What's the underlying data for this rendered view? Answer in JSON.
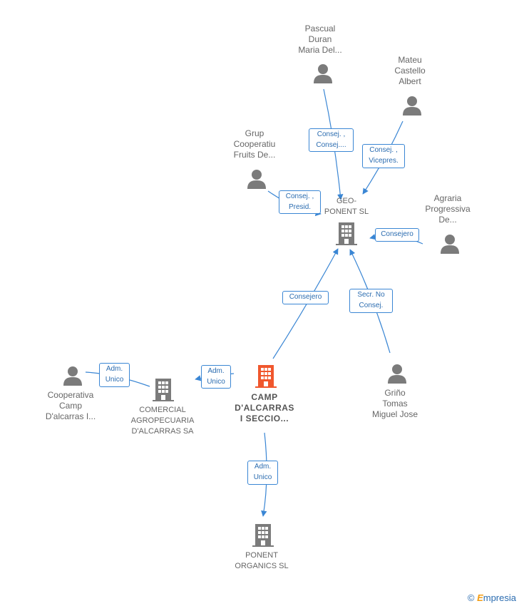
{
  "persons": [
    {
      "id": "pascual",
      "label": "Pascual\nDuran\nMaria Del..."
    },
    {
      "id": "mateu",
      "label": "Mateu\nCastello\nAlbert"
    },
    {
      "id": "grup",
      "label": "Grup\nCooperatiu\nFruits De..."
    },
    {
      "id": "agraria",
      "label": "Agraria\nProgressiva\nDe..."
    },
    {
      "id": "grino",
      "label": "Griño\nTomas\nMiguel Jose"
    },
    {
      "id": "cooperativa",
      "label": "Cooperativa\nCamp\nD'alcarras I..."
    }
  ],
  "companies": [
    {
      "id": "geo",
      "label": "GEO-\nPONENT  SL"
    },
    {
      "id": "camp",
      "label": "CAMP\nD'ALCARRAS\nI SECCIO..."
    },
    {
      "id": "comercial",
      "label": "COMERCIAL\nAGROPECUARIA\nD'ALCARRAS SA"
    },
    {
      "id": "ponent",
      "label": "PONENT\nORGANICS  SL"
    }
  ],
  "edges": [
    {
      "id": "e1",
      "label": "Consej. ,\nConsej...."
    },
    {
      "id": "e2",
      "label": "Consej. ,\nVicepres."
    },
    {
      "id": "e3",
      "label": "Consej. ,\nPresid."
    },
    {
      "id": "e4",
      "label": "Consejero"
    },
    {
      "id": "e5",
      "label": "Consejero"
    },
    {
      "id": "e6",
      "label": "Secr.  No\nConsej."
    },
    {
      "id": "e7",
      "label": "Adm.\nUnico"
    },
    {
      "id": "e8",
      "label": "Adm.\nUnico"
    },
    {
      "id": "e9",
      "label": "Adm.\nUnico"
    }
  ],
  "colors": {
    "edge": "#3a86d4",
    "icon": "#7b7b7b",
    "focus": "#f0572d"
  },
  "brand": {
    "symbol": "©",
    "name": "mpresia",
    "initial": "E"
  }
}
